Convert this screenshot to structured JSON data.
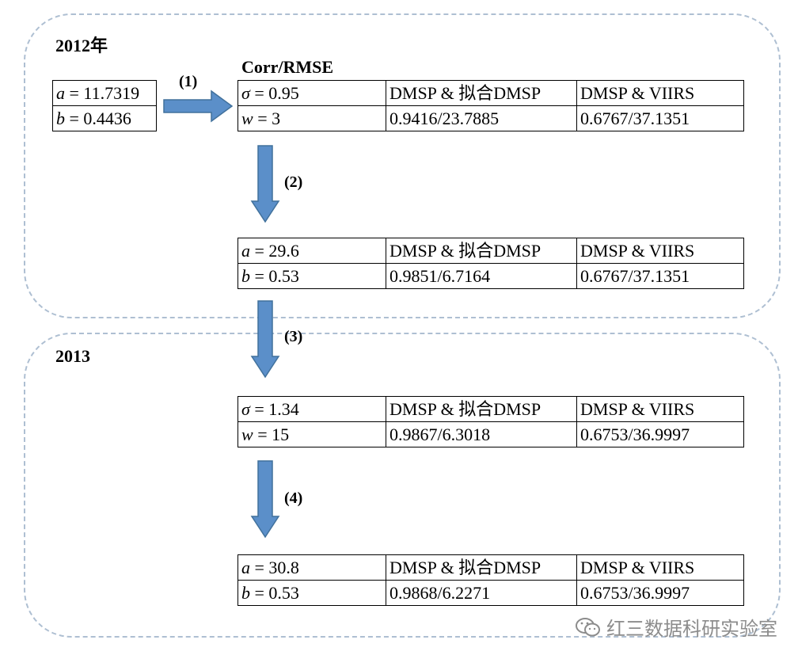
{
  "region_2012": {
    "label": "2012年"
  },
  "region_2013": {
    "label": "2013"
  },
  "corr_header": "Corr/RMSE",
  "initial_params": {
    "a_var": "a",
    "a_val": " = 11.7319",
    "b_var": "b",
    "b_val": " = 0.4436"
  },
  "arrows": [
    "(1)",
    "(2)",
    "(3)",
    "(4)"
  ],
  "col_headers": {
    "c2": "DMSP & 拟合DMSP",
    "c3": "DMSP & VIIRS"
  },
  "tables": [
    {
      "r1_var": "σ",
      "r1_val": " = 0.95",
      "r2_var": "w",
      "r2_val": " = 3",
      "r2c2": "0.9416/23.7885",
      "r2c3": "0.6767/37.1351"
    },
    {
      "r1_var": "a",
      "r1_val": " = 29.6",
      "r2_var": "b",
      "r2_val": " = 0.53",
      "r2c2": "0.9851/6.7164",
      "r2c3": "0.6767/37.1351"
    },
    {
      "r1_var": "σ",
      "r1_val": " = 1.34",
      "r2_var": "w",
      "r2_val": " = 15",
      "r2c2": "0.9867/6.3018",
      "r2c3": "0.6753/36.9997"
    },
    {
      "r1_var": "a",
      "r1_val": " = 30.8",
      "r2_var": "b",
      "r2_val": " = 0.53",
      "r2c2": "0.9868/6.2271",
      "r2c3": "0.6753/36.9997"
    }
  ],
  "watermark": {
    "icon": "wechat-icon",
    "text": "红三数据科研实验室"
  }
}
